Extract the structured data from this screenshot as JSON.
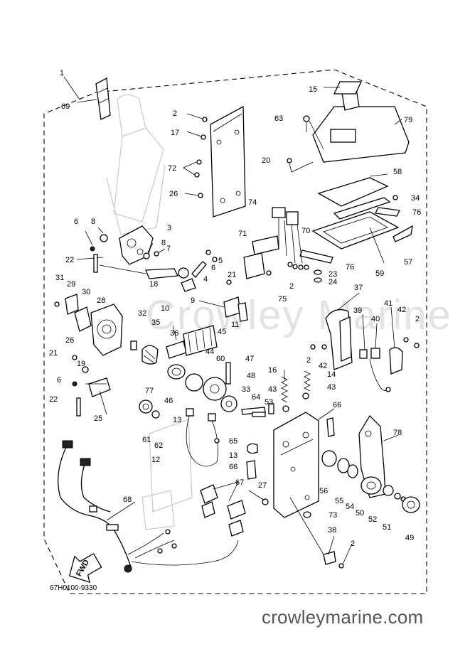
{
  "diagram": {
    "code": "67H0100-9330",
    "site_url": "crowleymarine.com",
    "watermark": "Crowley Marine",
    "fwd_label": "FWD",
    "part_labels": [
      "1",
      "2",
      "2",
      "2",
      "2",
      "2",
      "3",
      "4",
      "5",
      "6",
      "6",
      "6",
      "7",
      "8",
      "8",
      "9",
      "10",
      "11",
      "12",
      "13",
      "13",
      "14",
      "15",
      "16",
      "17",
      "18",
      "19",
      "20",
      "21",
      "21",
      "22",
      "22",
      "23",
      "24",
      "25",
      "26",
      "26",
      "27",
      "28",
      "29",
      "30",
      "31",
      "32",
      "33",
      "34",
      "35",
      "36",
      "37",
      "38",
      "39",
      "40",
      "41",
      "42",
      "42",
      "43",
      "43",
      "44",
      "45",
      "46",
      "47",
      "48",
      "49",
      "50",
      "51",
      "52",
      "53",
      "54",
      "55",
      "56",
      "57",
      "58",
      "59",
      "60",
      "61",
      "62",
      "63",
      "64",
      "65",
      "66",
      "66",
      "67",
      "68",
      "69",
      "70",
      "71",
      "72",
      "73",
      "74",
      "75",
      "76",
      "76",
      "77",
      "78",
      "79"
    ]
  }
}
